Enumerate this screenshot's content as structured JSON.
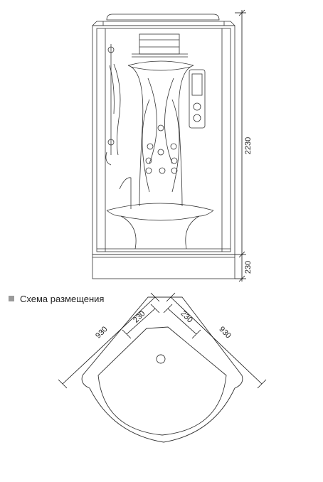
{
  "front_view": {
    "height_total": "2230",
    "height_base": "230"
  },
  "plan_view": {
    "legend_label": "Схема размещения",
    "legend_marker_color": "#9a9a9a",
    "width_left": "930",
    "width_right": "930",
    "corner_left": "230",
    "corner_right": "230"
  },
  "colors": {
    "line": "#333333",
    "dim_line": "#111111"
  }
}
